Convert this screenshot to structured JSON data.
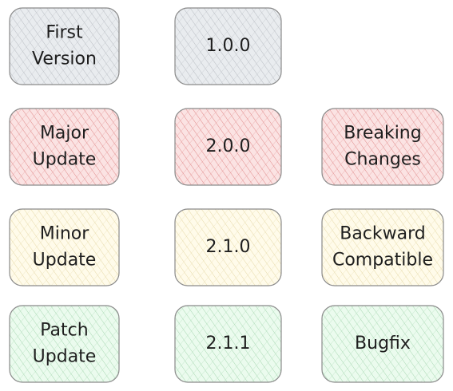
{
  "diagram": {
    "colors": {
      "stroke": "#8a8a8a",
      "text": "#1e1e1e",
      "gray_fill": "#e9ecef",
      "gray_hatch": "#b8bcc2",
      "red_fill": "#fbe3e3",
      "red_hatch": "#e08a8a",
      "yellow_fill": "#fffbea",
      "yellow_hatch": "#e6d9a8",
      "green_fill": "#ebfbee",
      "green_hatch": "#a8d8b2"
    },
    "rows": [
      {
        "color": "gray",
        "cells": [
          {
            "lines": [
              "First",
              "Version"
            ]
          },
          {
            "lines": [
              "1.0.0"
            ]
          }
        ]
      },
      {
        "color": "red",
        "cells": [
          {
            "lines": [
              "Major",
              "Update"
            ]
          },
          {
            "lines": [
              "2.0.0"
            ]
          },
          {
            "lines": [
              "Breaking",
              "Changes"
            ]
          }
        ]
      },
      {
        "color": "yellow",
        "cells": [
          {
            "lines": [
              "Minor",
              "Update"
            ]
          },
          {
            "lines": [
              "2.1.0"
            ]
          },
          {
            "lines": [
              "Backward",
              "Compatible"
            ]
          }
        ]
      },
      {
        "color": "green",
        "cells": [
          {
            "lines": [
              "Patch",
              "Update"
            ]
          },
          {
            "lines": [
              "2.1.1"
            ]
          },
          {
            "lines": [
              "Bugfix"
            ]
          }
        ]
      }
    ]
  }
}
